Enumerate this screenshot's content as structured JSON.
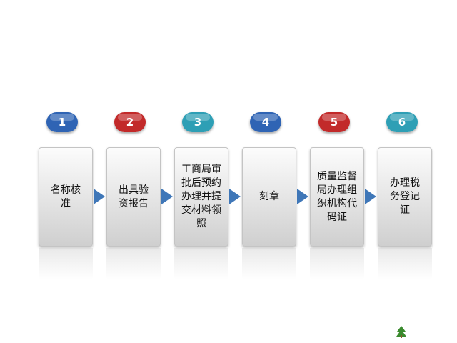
{
  "title": "",
  "steps": [
    {
      "number": "1",
      "label": "名称核准",
      "badge_color": "#2f64b4"
    },
    {
      "number": "2",
      "label": "出具验资报告",
      "badge_color": "#c22a2a"
    },
    {
      "number": "3",
      "label": "工商局审批后预约办理并提交材料领照",
      "badge_color": "#2e9fb5"
    },
    {
      "number": "4",
      "label": "刻章",
      "badge_color": "#2f64b4"
    },
    {
      "number": "5",
      "label": "质量监督局办理组织机构代码证",
      "badge_color": "#c22a2a"
    },
    {
      "number": "6",
      "label": "办理税务登记证",
      "badge_color": "#2e9fb5"
    }
  ],
  "arrow_color": "#3f77b8",
  "logo": {
    "text": ""
  }
}
